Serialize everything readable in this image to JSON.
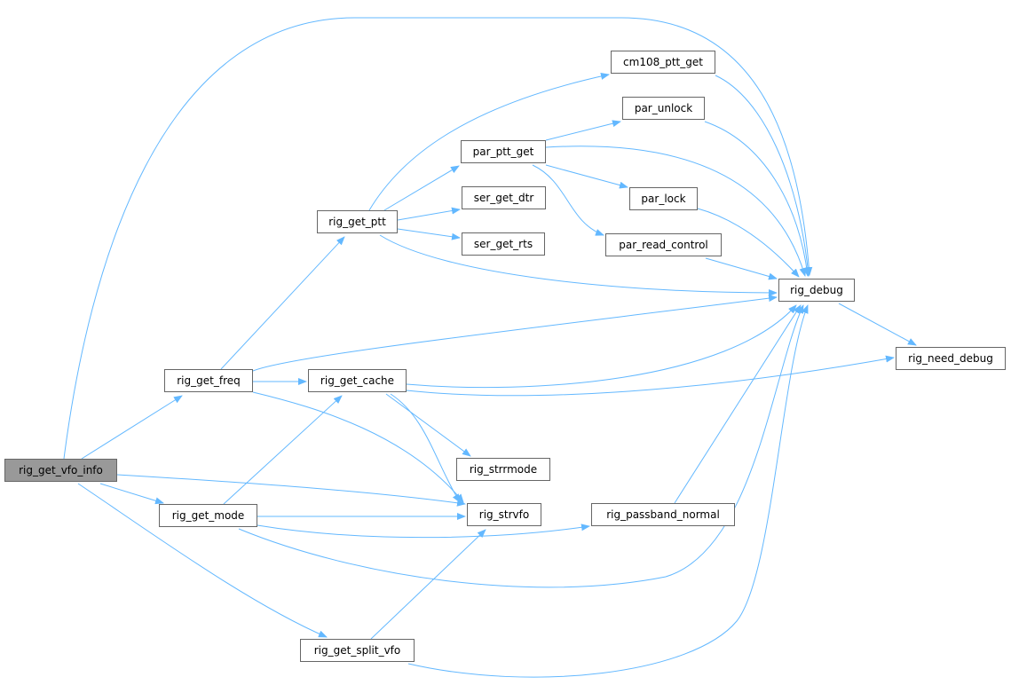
{
  "graph": {
    "colors": {
      "edge": "#63b8ff",
      "root_fill": "#999999",
      "node_border": "#666666"
    },
    "nodes": {
      "rig_get_vfo_info": "rig_get_vfo_info",
      "rig_get_freq": "rig_get_freq",
      "rig_get_cache": "rig_get_cache",
      "rig_get_mode": "rig_get_mode",
      "rig_get_split_vfo": "rig_get_split_vfo",
      "rig_get_ptt": "rig_get_ptt",
      "par_ptt_get": "par_ptt_get",
      "ser_get_dtr": "ser_get_dtr",
      "ser_get_rts": "ser_get_rts",
      "cm108_ptt_get": "cm108_ptt_get",
      "par_unlock": "par_unlock",
      "par_lock": "par_lock",
      "par_read_control": "par_read_control",
      "rig_debug": "rig_debug",
      "rig_need_debug": "rig_need_debug",
      "rig_strrmode": "rig_strrmode",
      "rig_strvfo": "rig_strvfo",
      "rig_passband_normal": "rig_passband_normal"
    }
  }
}
